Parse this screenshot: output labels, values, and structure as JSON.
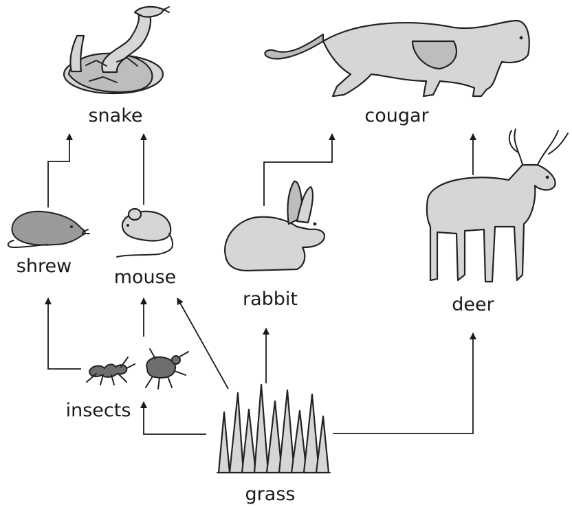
{
  "organisms": [
    {
      "id": "snake",
      "label": "snake",
      "icon": "snake-icon"
    },
    {
      "id": "cougar",
      "label": "cougar",
      "icon": "cougar-icon"
    },
    {
      "id": "shrew",
      "label": "shrew",
      "icon": "shrew-icon"
    },
    {
      "id": "mouse",
      "label": "mouse",
      "icon": "mouse-icon"
    },
    {
      "id": "rabbit",
      "label": "rabbit",
      "icon": "rabbit-icon"
    },
    {
      "id": "deer",
      "label": "deer",
      "icon": "deer-icon"
    },
    {
      "id": "insects",
      "label": "insects",
      "icon": "insects-icon"
    },
    {
      "id": "grass",
      "label": "grass",
      "icon": "grass-icon"
    }
  ],
  "relations": [
    {
      "from": "shrew",
      "to": "snake"
    },
    {
      "from": "mouse",
      "to": "snake"
    },
    {
      "from": "rabbit",
      "to": "cougar"
    },
    {
      "from": "deer",
      "to": "cougar"
    },
    {
      "from": "insects",
      "to": "shrew"
    },
    {
      "from": "insects",
      "to": "mouse"
    },
    {
      "from": "grass",
      "to": "mouse"
    },
    {
      "from": "grass",
      "to": "rabbit"
    },
    {
      "from": "grass",
      "to": "deer"
    },
    {
      "from": "grass",
      "to": "insects"
    }
  ],
  "colors": {
    "line": "#1a1a1a",
    "animal_fill": "#bdbdbd",
    "background": "#ffffff"
  }
}
